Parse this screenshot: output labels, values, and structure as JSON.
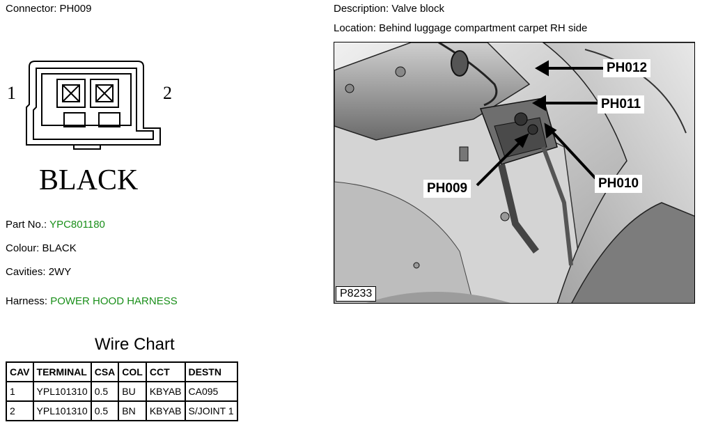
{
  "connector": {
    "label": "Connector:",
    "id": "PH009",
    "pin1": "1",
    "pin2": "2",
    "color_text": "BLACK"
  },
  "description": {
    "label": "Description:",
    "value": "Valve block"
  },
  "location": {
    "label": "Location:",
    "value": "Behind luggage compartment carpet RH side"
  },
  "part_no": {
    "label": "Part No.:",
    "value": "YPC801180"
  },
  "colour": {
    "label": "Colour:",
    "value": "BLACK"
  },
  "cavities": {
    "label": "Cavities:",
    "value": "2WY"
  },
  "harness": {
    "label": "Harness:",
    "value": "POWER HOOD HARNESS"
  },
  "colors": {
    "link_green": "#1a8f1a"
  },
  "wire_chart": {
    "title": "Wire Chart",
    "headers": [
      "CAV",
      "TERMINAL",
      "CSA",
      "COL",
      "CCT",
      "DESTN"
    ],
    "rows": [
      [
        "1",
        "YPL101310",
        "0.5",
        "BU",
        "KBYAB",
        "CA095"
      ],
      [
        "2",
        "YPL101310",
        "0.5",
        "BN",
        "KBYAB",
        "S/JOINT 1"
      ]
    ]
  },
  "photo": {
    "reference": "P8233",
    "callouts": [
      "PH012",
      "PH011",
      "PH009",
      "PH010"
    ]
  }
}
